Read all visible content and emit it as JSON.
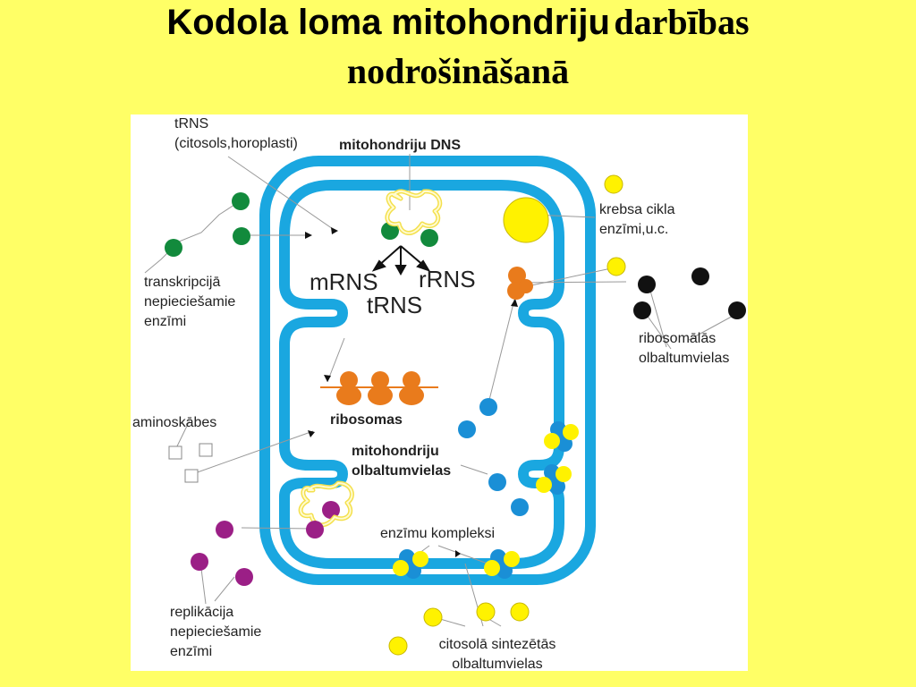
{
  "title": {
    "part1": "Kodola loma mitohondriju",
    "part2": "darbības",
    "line2": "nodrošināšanā"
  },
  "labels": {
    "trns_line1": "tRNS",
    "trns_line2": "(citosols,horoplasti)",
    "mito_dns": "mitohondriju DNS",
    "transcription_line1": "transkripcijā",
    "transcription_line2": "nepieciešamie",
    "transcription_line3": "enzīmi",
    "mrns": "mRNS",
    "rrns": "rRNS",
    "trns": "tRNS",
    "krebs_line1": "krebsa cikla",
    "krebs_line2": "enzīmi,u.c.",
    "ribosomal_line1": "ribosomālās",
    "ribosomal_line2": "olbaltumvielas",
    "amino": "aminoskābes",
    "ribosomes": "ribosomas",
    "mito_proteins_line1": "mitohondriju",
    "mito_proteins_line2": "olbaltumvielas",
    "enzyme_complexes": "enzīmu kompleksi",
    "replication_line1": "replikācija",
    "replication_line2": "nepieciešamie",
    "replication_line3": "enzīmi",
    "cytosol_line1": "citosolā sintezētās",
    "cytosol_line2": "olbaltumvielas"
  },
  "colors": {
    "background": "#FFFF66",
    "membrane": "#1AA7E0",
    "green": "#128A3C",
    "orange": "#E97B1C",
    "yellow": "#FFF200",
    "blue": "#1A8FD6",
    "purple": "#9B1F86",
    "black": "#111111"
  }
}
